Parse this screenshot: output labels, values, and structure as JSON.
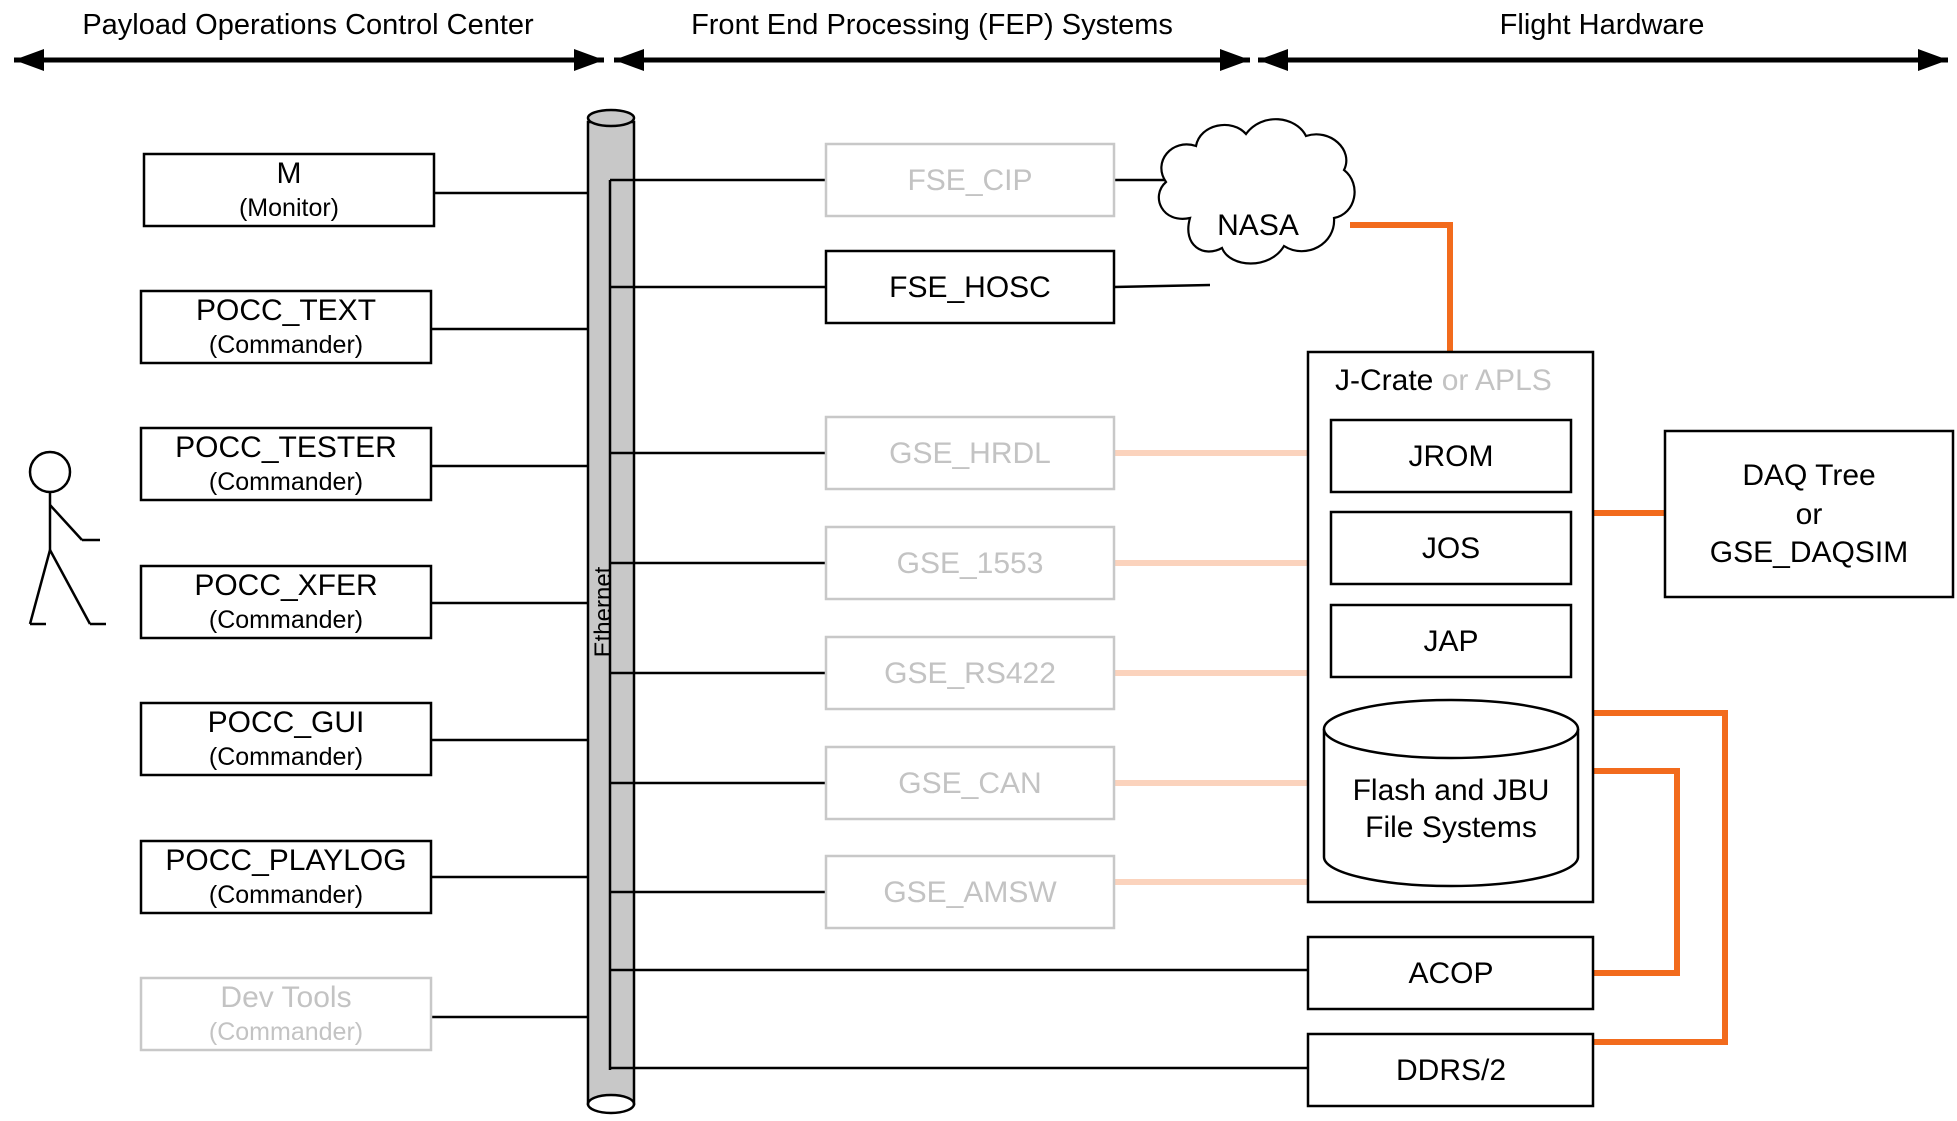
{
  "headers": {
    "pocc": "Payload Operations Control Center",
    "fep": "Front End Processing (FEP) Systems",
    "flight": "Flight Hardware"
  },
  "pocc_boxes": [
    {
      "title": "M",
      "subtitle": "(Monitor)"
    },
    {
      "title": "POCC_TEXT",
      "subtitle": "(Commander)"
    },
    {
      "title": "POCC_TESTER",
      "subtitle": "(Commander)"
    },
    {
      "title": "POCC_XFER",
      "subtitle": "(Commander)"
    },
    {
      "title": "POCC_GUI",
      "subtitle": "(Commander)"
    },
    {
      "title": "POCC_PLAYLOG",
      "subtitle": "(Commander)"
    },
    {
      "title": "Dev Tools",
      "subtitle": "(Commander)"
    }
  ],
  "ethernet_label": "Ethernet",
  "fep_boxes": [
    "FSE_CIP",
    "FSE_HOSC",
    "GSE_HRDL",
    "GSE_1553",
    "GSE_RS422",
    "GSE_CAN",
    "GSE_AMSW"
  ],
  "nasa_label": "NASA",
  "jcrate": {
    "title": "J-Crate",
    "title_alt": " or APLS",
    "modules": [
      "JROM",
      "JOS",
      "JAP"
    ],
    "storage_line1": "Flash and JBU",
    "storage_line2": "File Systems"
  },
  "daq": {
    "line1": "DAQ Tree",
    "line2": "or",
    "line3": "GSE_DAQSIM"
  },
  "acop": "ACOP",
  "ddrs": "DDRS/2",
  "colors": {
    "orange": "#f26b1d",
    "faint_orange": "#fbd3bd",
    "dim_text": "#c3c3c3",
    "ethernet_fill": "#c8c8c8"
  }
}
